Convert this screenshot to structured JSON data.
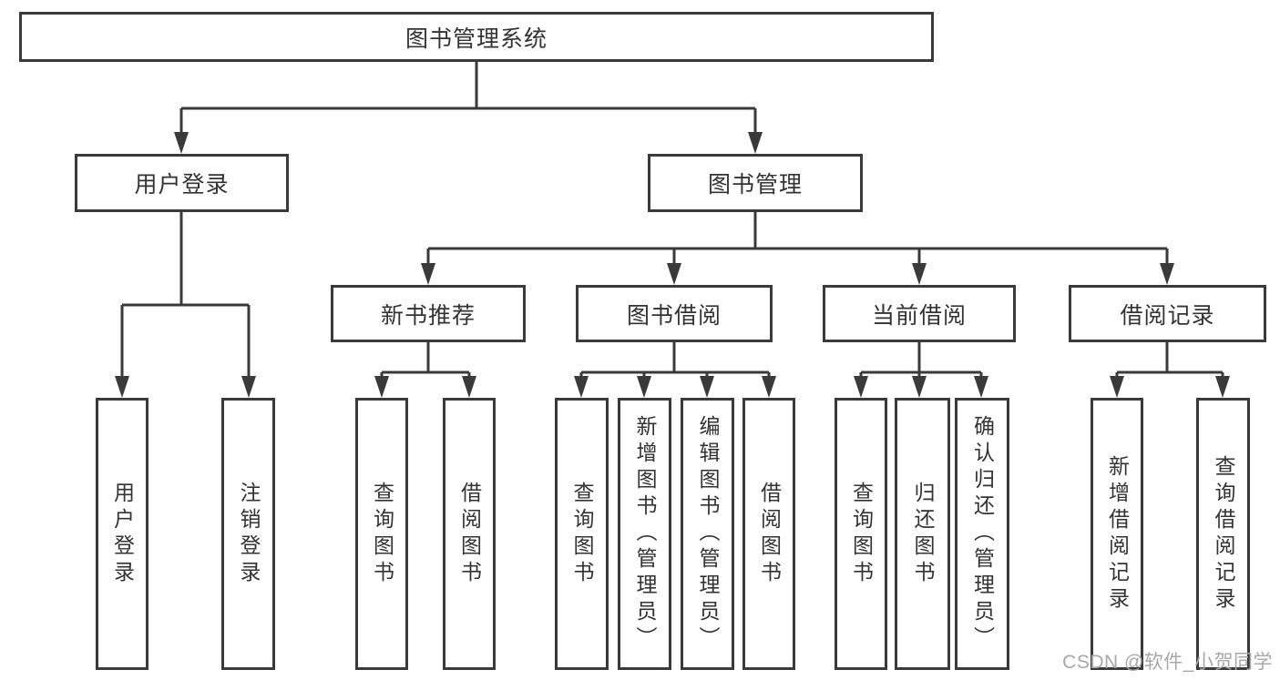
{
  "colors": {
    "background": "#ffffff",
    "line": "#3a3a3a",
    "box_border": "#3a3a3a",
    "text": "#333333",
    "watermark_text": "#a8a8a8"
  },
  "diagram": {
    "type": "hierarchy-tree",
    "root": {
      "label": "图书管理系统"
    },
    "level1": [
      {
        "id": "user-login",
        "label": "用户登录",
        "parent": "root"
      },
      {
        "id": "book-management",
        "label": "图书管理",
        "parent": "root"
      }
    ],
    "level2": [
      {
        "id": "new-book-recommend",
        "label": "新书推荐",
        "parent": "book-management"
      },
      {
        "id": "book-borrow",
        "label": "图书借阅",
        "parent": "book-management"
      },
      {
        "id": "current-borrow",
        "label": "当前借阅",
        "parent": "book-management"
      },
      {
        "id": "borrow-records",
        "label": "借阅记录",
        "parent": "book-management"
      }
    ],
    "leaves": {
      "user_login": [
        {
          "label": "用户登录"
        },
        {
          "label": "注销登录"
        }
      ],
      "new_book_recommend": [
        {
          "label": "查询图书"
        },
        {
          "label": "借阅图书"
        }
      ],
      "book_borrow": [
        {
          "label": "查询图书"
        },
        {
          "label": "新增图书（管理员）"
        },
        {
          "label": "编辑图书（管理员）"
        },
        {
          "label": "借阅图书"
        }
      ],
      "current_borrow": [
        {
          "label": "查询图书"
        },
        {
          "label": "归还图书"
        },
        {
          "label": "确认归还（管理员）"
        }
      ],
      "borrow_records": [
        {
          "label": "新增借阅记录"
        },
        {
          "label": "查询借阅记录"
        }
      ]
    }
  },
  "watermark": {
    "text": "CSDN @软件_小贺同学"
  }
}
